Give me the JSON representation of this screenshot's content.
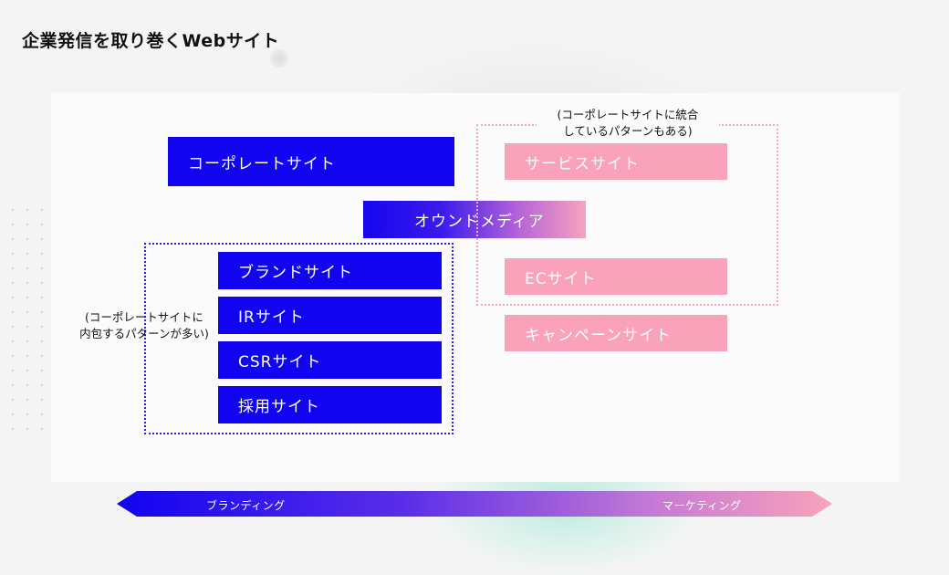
{
  "title": "企業発信を取り巻くWebサイト",
  "sites": {
    "corporate": "コーポレートサイト",
    "owned_media": "オウンドメディア",
    "brand": "ブランドサイト",
    "ir": "IRサイト",
    "csr": "CSRサイト",
    "recruit": "採用サイト",
    "service": "サービスサイト",
    "ec": "ECサイト",
    "campaign": "キャンペーンサイト"
  },
  "notes": {
    "left_line1": "(コーポレートサイトに",
    "left_line2": "内包するパターンが多い)",
    "right_line1": "(コーポレートサイトに統合",
    "right_line2": "しているパターンもある)"
  },
  "axis": {
    "left_label": "ブランディング",
    "right_label": "マーケティング",
    "color_start": "#1104f0",
    "color_end": "#f9a2b9"
  },
  "colors": {
    "blue": "#1104f0",
    "pink": "#f9a2b9"
  }
}
